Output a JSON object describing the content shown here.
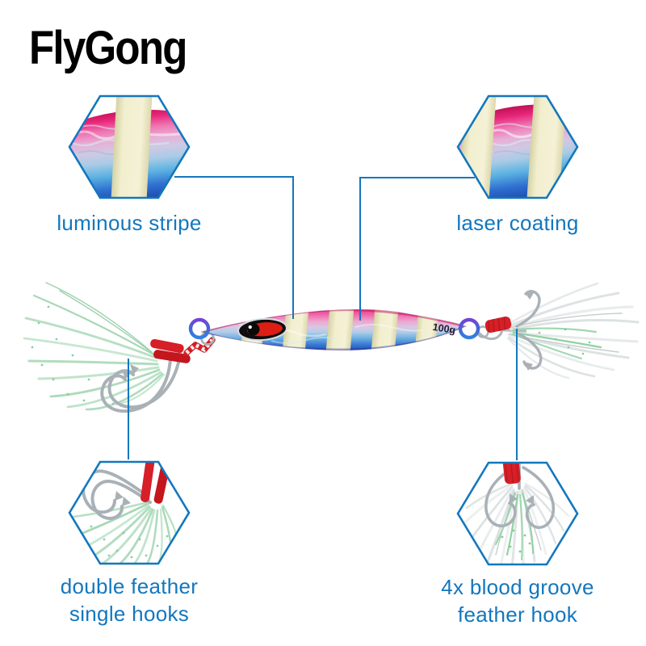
{
  "background_color": "#ffffff",
  "accent_color": "#1377be",
  "brand": {
    "logo_text": "FlyGong",
    "logo_color": "#000000"
  },
  "product": {
    "weight_label": "100g"
  },
  "callouts": {
    "top_left": {
      "label": "luminous stripe"
    },
    "top_right": {
      "label": "laser coating"
    },
    "bottom_left": {
      "label_line1": "double feather",
      "label_line2": "single hooks"
    },
    "bottom_right": {
      "label_line1": "4x blood groove",
      "label_line2": "feather hook"
    }
  },
  "colors": {
    "lure_pink": "#e8408e",
    "lure_blue": "#2356bc",
    "stripe_cream": "#f2efd0",
    "thread_red": "#d42026",
    "feather_mint": "#b7dfc3",
    "feather_white": "#e3e7e8",
    "hook_silver": "#a9b1b7",
    "ring_blue_purple": "#5a4fd0"
  }
}
